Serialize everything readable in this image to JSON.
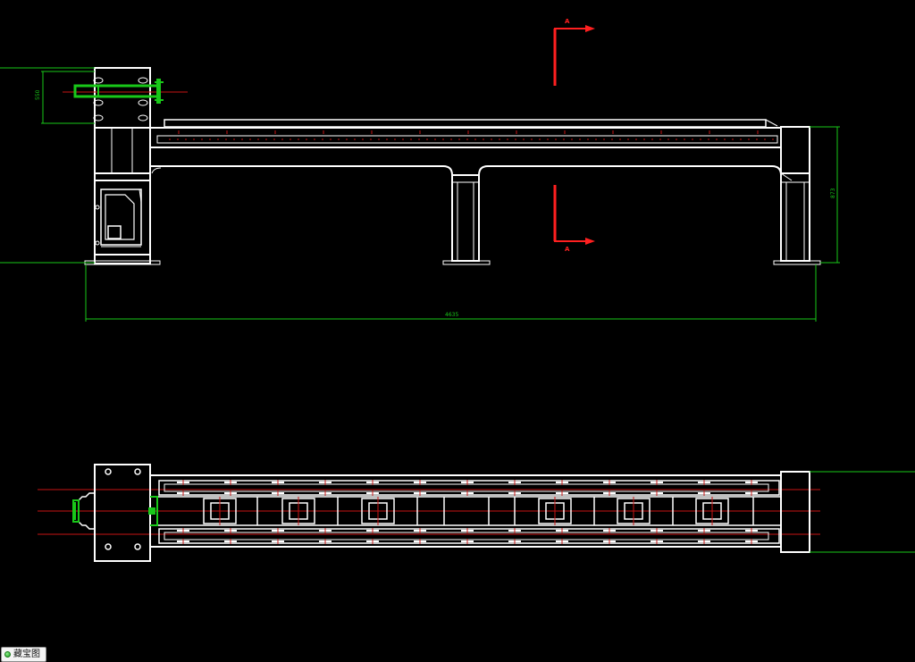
{
  "viewport": {
    "background": "#000000",
    "geometry_color": "#ffffff",
    "dimension_color": "#19c819",
    "centerline_color": "#c81414",
    "section_color": "#ff2020"
  },
  "dimensions": {
    "overall_length": "4635",
    "right_height": "873",
    "left_height": "550"
  },
  "section_marks": {
    "top_letter": "A",
    "bottom_letter": "A"
  },
  "status_tab": {
    "icon": "green-dot-icon",
    "label": "藏宝图"
  }
}
